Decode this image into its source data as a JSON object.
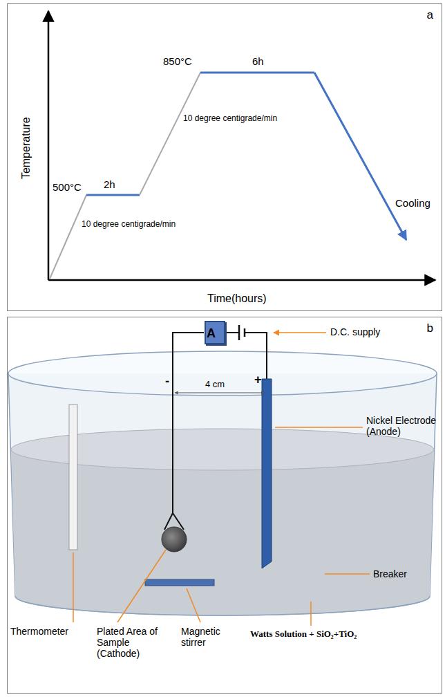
{
  "diagram": {
    "nodes": [
      {
        "text": [
          "a"
        ]
      },
      {
        "text": [
          "b"
        ]
      },
      {
        "text": [
          "A"
        ],
        "in": 1
      }
    ],
    "labels": [
      "Temperature",
      "Time(hours)",
      "500°C",
      "2h",
      "850°C",
      "6h",
      "10 degree centigrade/min",
      "10 degree centigrade/min",
      "Cooling",
      "D.C. supply",
      "-",
      "+",
      "4 cm",
      "Nickel Electrode (Anode)",
      "Breaker",
      "Thermometer",
      "Plated Area of Sample (Cathode)",
      "Magnetic stirrer",
      "Watts Solution + SiO₂+TiO₂"
    ]
  }
}
